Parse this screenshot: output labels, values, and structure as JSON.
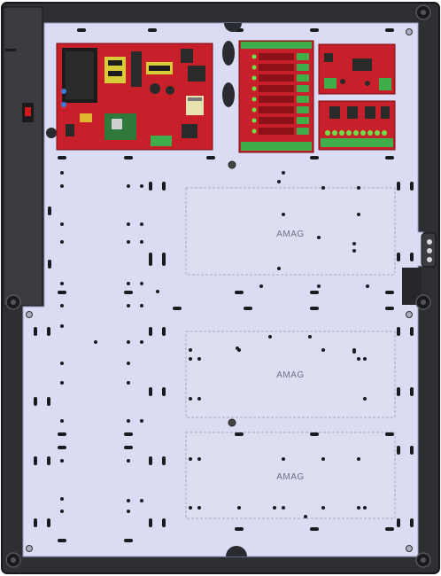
{
  "enclosure": {
    "zone_labels": [
      "AMAG",
      "AMAG",
      "AMAG"
    ],
    "colors": {
      "frame": "#2e2f33",
      "frame_edge": "#18191b",
      "backplate": "#d9dcf2",
      "backplate_edge": "#9aa0c8",
      "hole": "#1b1c22",
      "board_red": "#c8202a",
      "board_dark": "#8e1116",
      "terminal_green": "#3fae4a",
      "led_green": "#6ee04a",
      "power_switch": "#d21a1a",
      "zone_border": "#a7aac0",
      "zone_fill": "#dcdff2"
    },
    "icons": [
      "power-switch-icon",
      "tamper-switch-icon",
      "mounting-screw-icon"
    ]
  }
}
